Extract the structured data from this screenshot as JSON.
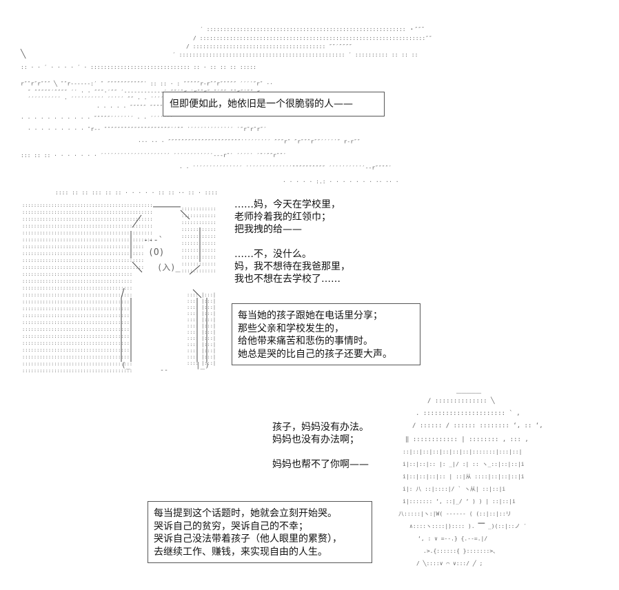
{
  "caption_top": "但即便如此，她依旧是一个很脆弱的人——",
  "dialogue_child": [
    "……妈，今天在学校里，",
    "老师拎着我的红领巾；",
    "把我拽的给——",
    "",
    "……不，没什么。",
    "妈，我不想待在我爸那里，",
    "我也不想在去学校了……"
  ],
  "narration_middle": [
    "每当她的孩子跟她在电话里分享；",
    "那些父亲和学校发生的，",
    "给他带来痛苦和悲伤的事情时。",
    "她总是哭的比自己的孩子还要大声。"
  ],
  "dialogue_mother": [
    "孩子，妈妈没有办法。",
    "妈妈也没有办法啊；",
    "",
    "妈妈也帮不了你啊——"
  ],
  "narration_bottom": [
    "每当提到这个话题时，她就会立刻开始哭。",
    "哭诉自己的贫穷，哭诉自己的不幸；",
    "哭诉自己没法带着孩子（他人眼里的累赘），",
    "去继续工作、赚钱，来实现自由的人生。"
  ]
}
